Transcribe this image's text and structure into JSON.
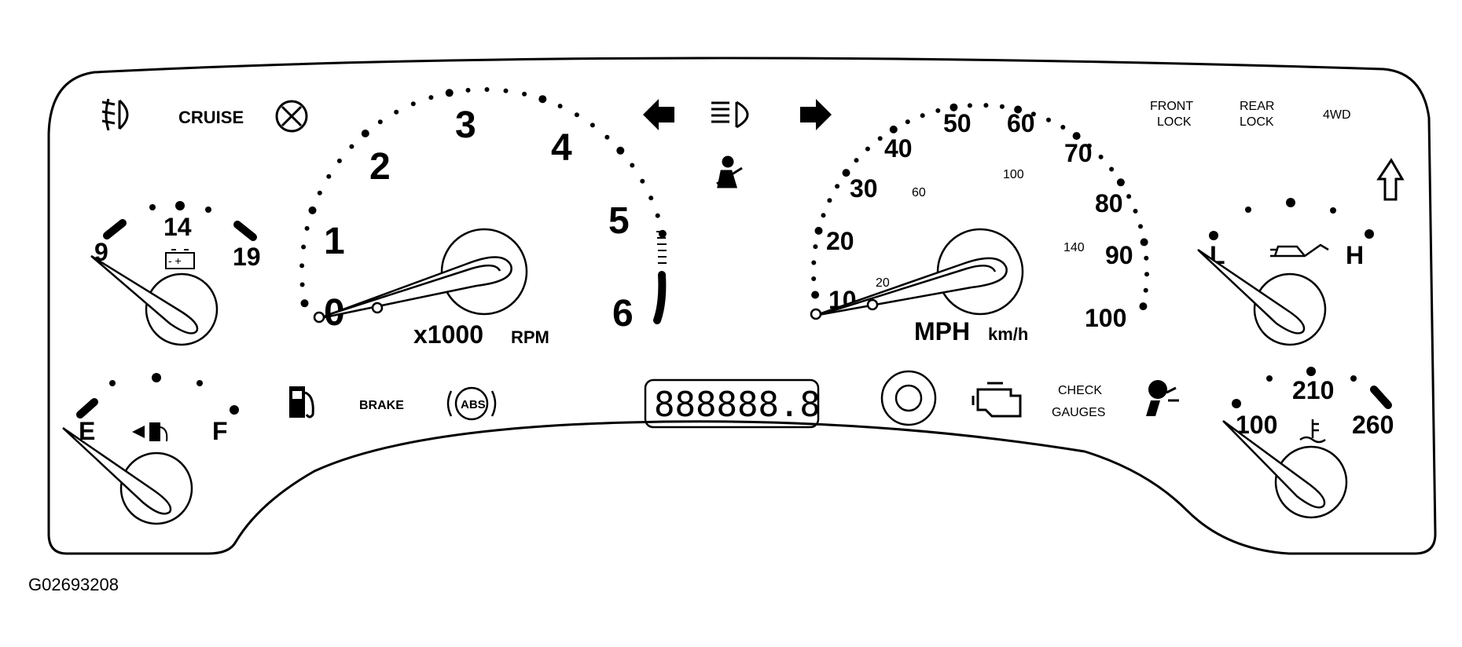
{
  "figure_id": "G02693208",
  "indicators": {
    "cruise": "CRUISE",
    "front_lock": [
      "FRONT",
      "LOCK"
    ],
    "rear_lock": [
      "REAR",
      "LOCK"
    ],
    "four_wd": "4WD",
    "brake": "BRAKE",
    "abs": "ABS",
    "check_gauges": [
      "CHECK",
      "GAUGES"
    ],
    "odometer": "888888.8"
  },
  "icons": [
    "fog-lamp-icon",
    "circle-x-icon",
    "turn-left-arrow-icon",
    "high-beam-icon",
    "turn-right-arrow-icon",
    "seatbelt-icon",
    "upshift-icon",
    "fuel-pump-icon",
    "engine-icon",
    "airbag-icon",
    "battery-icon",
    "oil-can-icon",
    "coolant-icon",
    "fuel-icon"
  ],
  "tachometer": {
    "labels": [
      "0",
      "1",
      "2",
      "3",
      "4",
      "5",
      "6"
    ],
    "unit": "x1000",
    "unit2": "RPM"
  },
  "speedometer": {
    "mph_labels": [
      "10",
      "20",
      "30",
      "40",
      "50",
      "60",
      "70",
      "80",
      "90",
      "100"
    ],
    "kmh_labels": [
      "20",
      "60",
      "100",
      "140"
    ],
    "unit_mph": "MPH",
    "unit_kmh": "km/h"
  },
  "voltmeter": {
    "labels": [
      "9",
      "14",
      "19"
    ]
  },
  "fuel": {
    "labels": [
      "E",
      "F"
    ]
  },
  "oil": {
    "labels": [
      "L",
      "H"
    ]
  },
  "temp": {
    "labels": [
      "100",
      "210",
      "260"
    ]
  }
}
